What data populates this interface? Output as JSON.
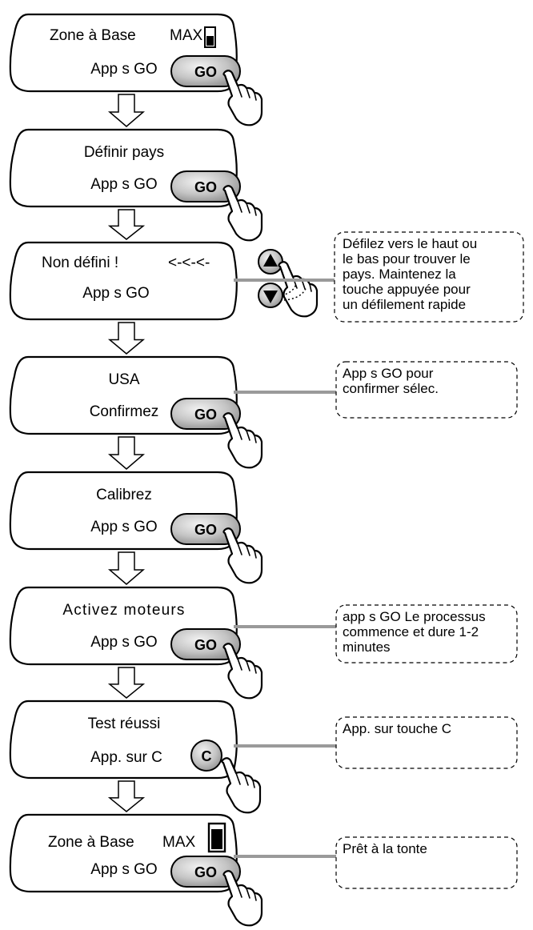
{
  "steps": [
    {
      "line1": "Zone à Base",
      "line1_right": "MAX",
      "line2": "App s GO",
      "button": "GO",
      "battery": "low"
    },
    {
      "line1": "Définir  pays",
      "line2": "App s GO",
      "button": "GO"
    },
    {
      "line1": "Non défini !",
      "line1_right": "<-<-<-",
      "line2": "App s GO",
      "button": "up-down"
    },
    {
      "line1": "USA",
      "line2": "Confirmez",
      "button": "GO"
    },
    {
      "line1": "Calibrez",
      "line2": "App s GO",
      "button": "GO"
    },
    {
      "line1": "Activez moteurs",
      "line2": "App s GO",
      "button": "GO"
    },
    {
      "line1": "Test réussi",
      "line2": "App. sur C",
      "button": "C"
    },
    {
      "line1": "Zone à Base",
      "line1_right": "MAX",
      "line2": "App s GO",
      "button": "GO",
      "battery": "full"
    }
  ],
  "notes": [
    {
      "step": 2,
      "lines": [
        "Défilez vers le haut ou",
        "le bas pour trouver le",
        "pays. Maintenez la",
        "touche appuyée pour",
        "un défilement rapide"
      ]
    },
    {
      "step": 3,
      "lines": [
        "App s GO pour",
        "confirmer sélec."
      ]
    },
    {
      "step": 5,
      "lines": [
        "app s GO Le processus",
        "commence et dure 1-2",
        "minutes"
      ]
    },
    {
      "step": 6,
      "lines": [
        "App. sur touche C"
      ]
    },
    {
      "step": 7,
      "lines": [
        "Prêt à la tonte"
      ]
    }
  ],
  "icons": {
    "go_button": "go-button-icon",
    "c_button": "c-button-icon",
    "up_button": "up-arrow-button-icon",
    "down_button": "down-arrow-button-icon",
    "hand": "pointing-hand-icon",
    "battery": "battery-icon",
    "flow_arrow": "down-arrow-icon"
  },
  "colors": {
    "line": "#000000",
    "connector": "#9a9a9a",
    "button_fill": "#b9b9b9",
    "background": "#ffffff"
  }
}
